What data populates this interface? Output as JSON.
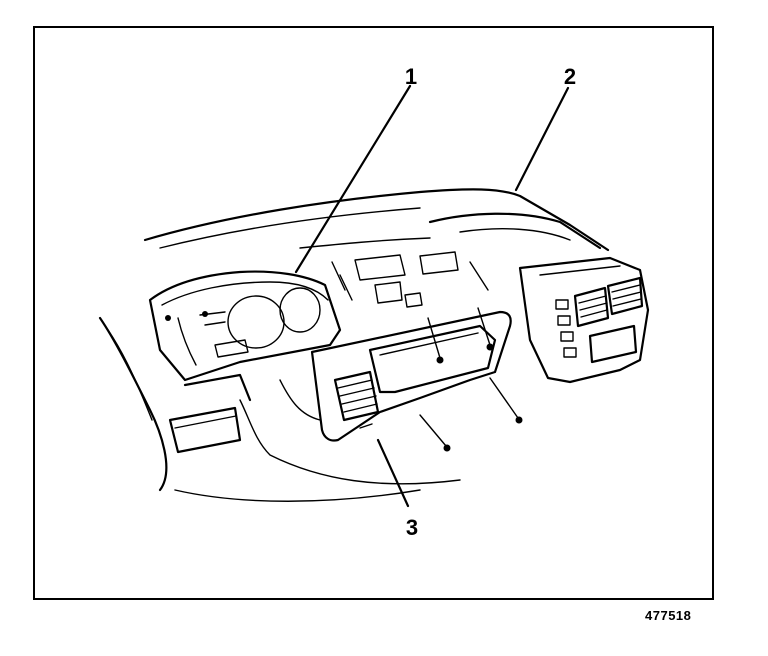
{
  "callouts": [
    {
      "id": "1",
      "label": "1"
    },
    {
      "id": "2",
      "label": "2"
    },
    {
      "id": "3",
      "label": "3"
    }
  ],
  "figure_id": "477518",
  "colors": {
    "ink": "#000000",
    "paper": "#ffffff"
  }
}
